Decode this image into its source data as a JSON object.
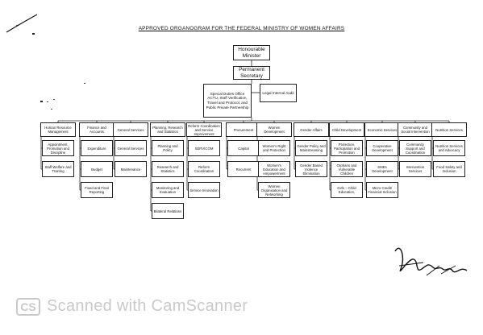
{
  "title": "APPROVED ORGANOGRAM FOR THE FEDERAL MINISTRY OF WOMEN AFFAIRS",
  "top": {
    "minister": "Honourable Minister",
    "perm_sec": "Permanent Secretary",
    "special": "Special Duties Office ACTU, Staff Verification, Travel and Protocol, and Public Private Partnership",
    "legal": "Legal Internal Audit"
  },
  "departments": [
    {
      "name": "Human Resource Management",
      "units": [
        "Appointment, Promotion and Discipline",
        "Staff Welfare and Training"
      ]
    },
    {
      "name": "Finance and Accounts",
      "units": [
        "Expenditure",
        "Budget",
        "Fixed and Final Reporting"
      ]
    },
    {
      "name": "General Services",
      "units": [
        "General Services",
        "Maintenance"
      ]
    },
    {
      "name": "Planning, Research and Statistics",
      "units": [
        "Planning and Policy",
        "Research and Statistics",
        "Monitoring and Evaluation",
        "Bilateral Relations"
      ]
    },
    {
      "name": "Reform Coordination and Service Improvement",
      "units": [
        "SERVICOM",
        "Reform Coordination",
        "Service Innovation"
      ]
    },
    {
      "name": "Procurement",
      "units": [
        "Capital",
        "Recurrent"
      ]
    },
    {
      "name": "Women Development",
      "units": [
        "Women's Right and Protection",
        "Women's Education and empowerment",
        "Women Organisation and Networking"
      ]
    },
    {
      "name": "Gender Affairs",
      "units": [
        "Gender Policy and Mainstreaming",
        "Gender Based Violence Elimination"
      ]
    },
    {
      "name": "Child Development",
      "units": [
        "Protection, Participation and Promotion",
        "Orphans and Vulnerable Children",
        "Girls – Child Education,"
      ]
    },
    {
      "name": "Economic Services",
      "units": [
        "Cooperative Development",
        "SMEs Development",
        "Micro Credit/ Financial Inclusion"
      ]
    },
    {
      "name": "Community and Social Intervention",
      "units": [
        "Community Support and Coordination",
        "Intervention Services"
      ]
    },
    {
      "name": "Nutrition Services",
      "units": [
        "Nutrition Services and Advocacy",
        "Food Safety and Inclusion"
      ]
    }
  ],
  "signature": "",
  "watermark": {
    "logo": "CS",
    "text": "Scanned with CamScanner"
  }
}
